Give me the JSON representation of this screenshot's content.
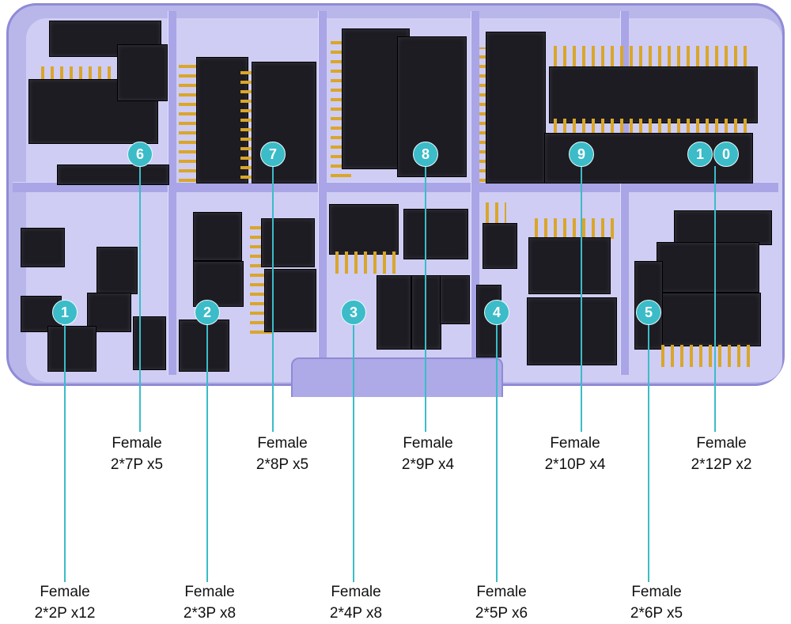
{
  "accent_color": "#3bbcc8",
  "compartments": [
    {
      "badge": "1",
      "type": "Female",
      "spec": "2*2P x12"
    },
    {
      "badge": "2",
      "type": "Female",
      "spec": "2*3P x8"
    },
    {
      "badge": "3",
      "type": "Female",
      "spec": "2*4P x8"
    },
    {
      "badge": "4",
      "type": "Female",
      "spec": "2*5P x6"
    },
    {
      "badge": "5",
      "type": "Female",
      "spec": "2*6P x5"
    },
    {
      "badge": "6",
      "type": "Female",
      "spec": "2*7P x5"
    },
    {
      "badge": "7",
      "type": "Female",
      "spec": "2*8P x5"
    },
    {
      "badge": "8",
      "type": "Female",
      "spec": "2*9P x4"
    },
    {
      "badge": "9",
      "type": "Female",
      "spec": "2*10P x4"
    },
    {
      "badge": "10",
      "badge_digits": [
        "1",
        "0"
      ],
      "type": "Female",
      "spec": "2*12P x2"
    }
  ]
}
